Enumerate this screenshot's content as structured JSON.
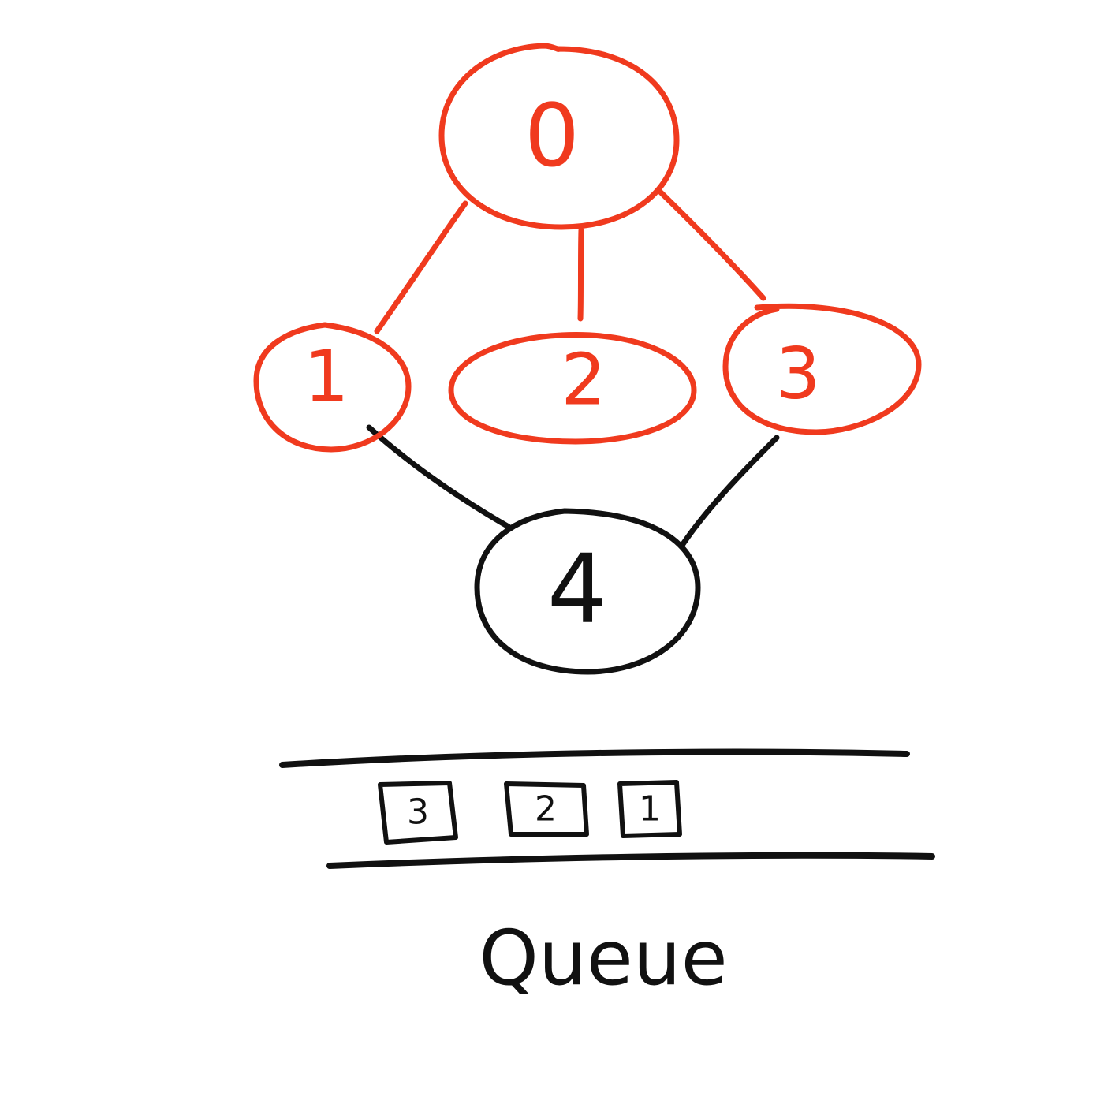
{
  "colors": {
    "visited": "#f03a1e",
    "unvisited": "#111111"
  },
  "graph": {
    "nodes": [
      {
        "id": "0",
        "label": "0",
        "state": "visited"
      },
      {
        "id": "1",
        "label": "1",
        "state": "visited"
      },
      {
        "id": "2",
        "label": "2",
        "state": "visited"
      },
      {
        "id": "3",
        "label": "3",
        "state": "visited"
      },
      {
        "id": "4",
        "label": "4",
        "state": "unvisited"
      }
    ],
    "edges": [
      {
        "from": "0",
        "to": "1",
        "state": "visited"
      },
      {
        "from": "0",
        "to": "2",
        "state": "visited"
      },
      {
        "from": "0",
        "to": "3",
        "state": "visited"
      },
      {
        "from": "1",
        "to": "4",
        "state": "unvisited"
      },
      {
        "from": "3",
        "to": "4",
        "state": "unvisited"
      }
    ]
  },
  "queue": {
    "label": "Queue",
    "items": [
      "3",
      "2",
      "1"
    ]
  }
}
